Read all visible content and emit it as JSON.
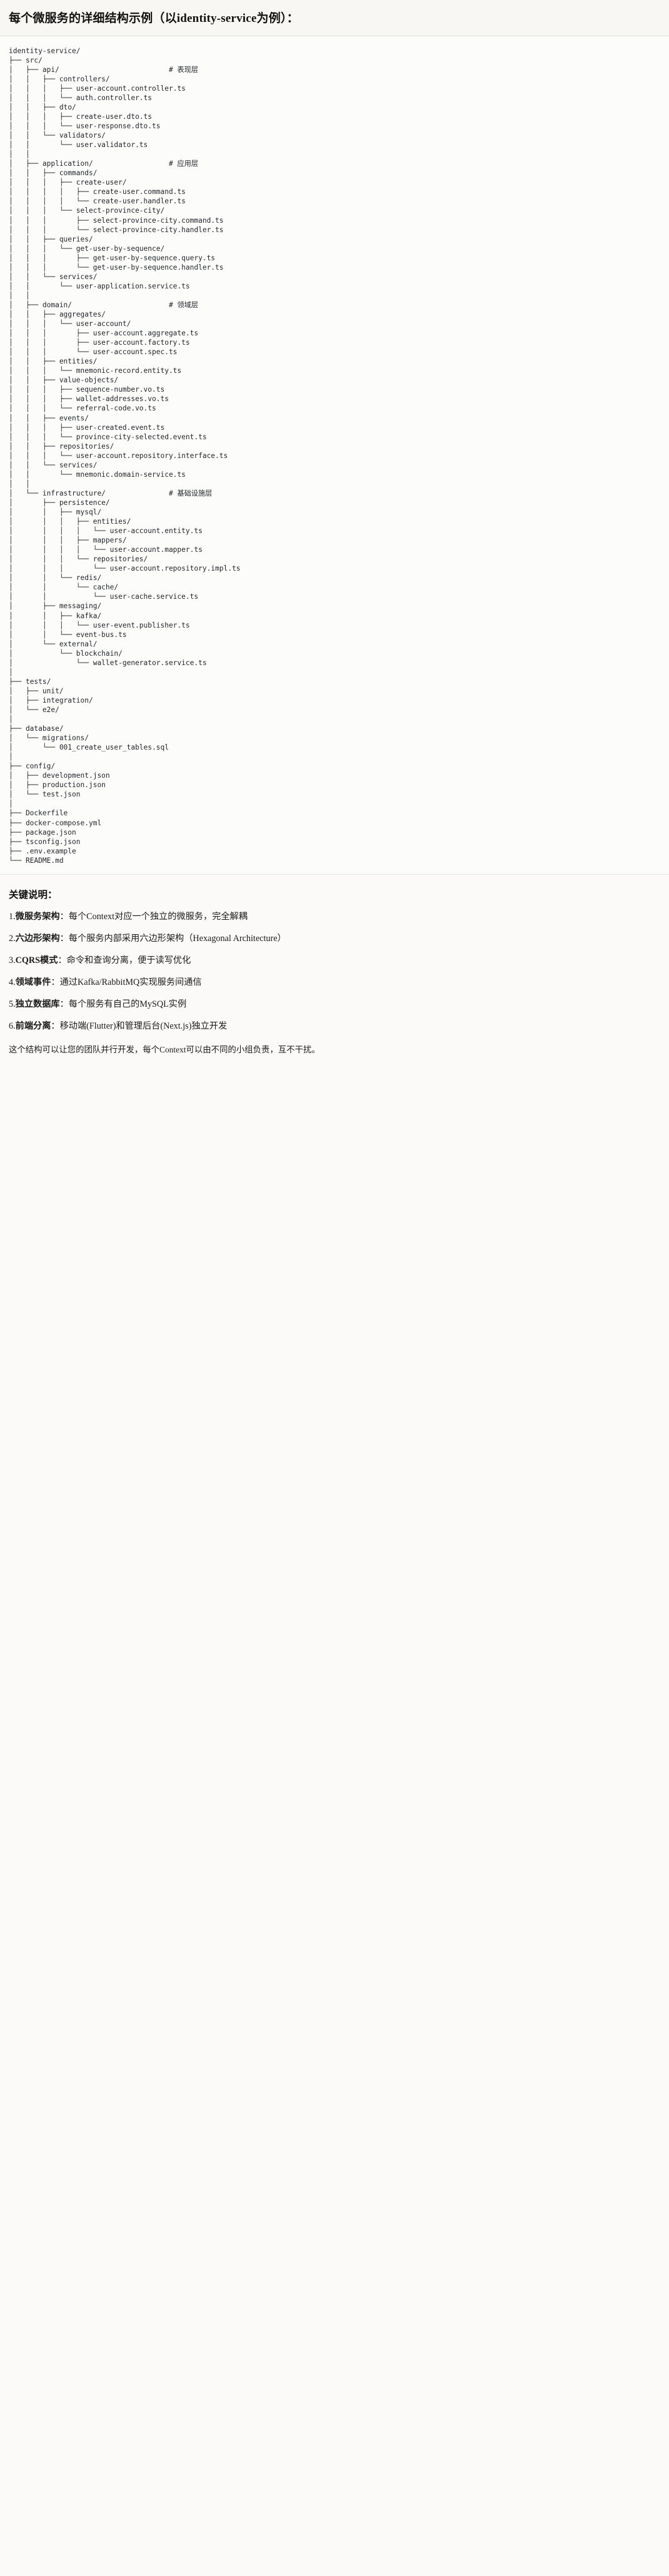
{
  "header": {
    "title": "每个微服务的详细结构示例（以identity-service为例）："
  },
  "tree": {
    "lines": [
      "identity-service/",
      "├── src/",
      "│   ├── api/                          # 表现层",
      "│   │   ├── controllers/",
      "│   │   │   ├── user-account.controller.ts",
      "│   │   │   └── auth.controller.ts",
      "│   │   ├── dto/",
      "│   │   │   ├── create-user.dto.ts",
      "│   │   │   └── user-response.dto.ts",
      "│   │   └── validators/",
      "│   │       └── user.validator.ts",
      "│   │",
      "│   ├── application/                  # 应用层",
      "│   │   ├── commands/",
      "│   │   │   ├── create-user/",
      "│   │   │   │   ├── create-user.command.ts",
      "│   │   │   │   └── create-user.handler.ts",
      "│   │   │   └── select-province-city/",
      "│   │   │       ├── select-province-city.command.ts",
      "│   │   │       └── select-province-city.handler.ts",
      "│   │   ├── queries/",
      "│   │   │   └── get-user-by-sequence/",
      "│   │   │       ├── get-user-by-sequence.query.ts",
      "│   │   │       └── get-user-by-sequence.handler.ts",
      "│   │   └── services/",
      "│   │       └── user-application.service.ts",
      "│   │",
      "│   ├── domain/                       # 领域层",
      "│   │   ├── aggregates/",
      "│   │   │   └── user-account/",
      "│   │   │       ├── user-account.aggregate.ts",
      "│   │   │       ├── user-account.factory.ts",
      "│   │   │       └── user-account.spec.ts",
      "│   │   ├── entities/",
      "│   │   │   └── mnemonic-record.entity.ts",
      "│   │   ├── value-objects/",
      "│   │   │   ├── sequence-number.vo.ts",
      "│   │   │   ├── wallet-addresses.vo.ts",
      "│   │   │   └── referral-code.vo.ts",
      "│   │   ├── events/",
      "│   │   │   ├── user-created.event.ts",
      "│   │   │   └── province-city-selected.event.ts",
      "│   │   ├── repositories/",
      "│   │   │   └── user-account.repository.interface.ts",
      "│   │   └── services/",
      "│   │       └── mnemonic.domain-service.ts",
      "│   │",
      "│   └── infrastructure/               # 基础设施层",
      "│       ├── persistence/",
      "│       │   ├── mysql/",
      "│       │   │   ├── entities/",
      "│       │   │   │   └── user-account.entity.ts",
      "│       │   │   ├── mappers/",
      "│       │   │   │   └── user-account.mapper.ts",
      "│       │   │   └── repositories/",
      "│       │   │       └── user-account.repository.impl.ts",
      "│       │   └── redis/",
      "│       │       └── cache/",
      "│       │           └── user-cache.service.ts",
      "│       ├── messaging/",
      "│       │   ├── kafka/",
      "│       │   │   └── user-event.publisher.ts",
      "│       │   └── event-bus.ts",
      "│       └── external/",
      "│           └── blockchain/",
      "│               └── wallet-generator.service.ts",
      "│",
      "├── tests/",
      "│   ├── unit/",
      "│   ├── integration/",
      "│   └── e2e/",
      "│",
      "├── database/",
      "│   └── migrations/",
      "│       └── 001_create_user_tables.sql",
      "│",
      "├── config/",
      "│   ├── development.json",
      "│   ├── production.json",
      "│   └── test.json",
      "│",
      "├── Dockerfile",
      "├── docker-compose.yml",
      "├── package.json",
      "├── tsconfig.json",
      "├── .env.example",
      "└── README.md"
    ]
  },
  "notes": {
    "heading": "关键说明：",
    "items": [
      {
        "num": "1.",
        "term": "微服务架构",
        "body": "：每个Context对应一个独立的微服务，完全解耦"
      },
      {
        "num": "2.",
        "term": "六边形架构",
        "body": "：每个服务内部采用六边形架构（Hexagonal Architecture）"
      },
      {
        "num": "3.",
        "term": "CQRS模式",
        "body": "：命令和查询分离，便于读写优化"
      },
      {
        "num": "4.",
        "term": "领域事件",
        "body": "：通过Kafka/RabbitMQ实现服务间通信"
      },
      {
        "num": "5.",
        "term": "独立数据库",
        "body": "：每个服务有自己的MySQL实例"
      },
      {
        "num": "6.",
        "term": "前端分离",
        "body": "：移动端(Flutter)和管理后台(Next.js)独立开发"
      }
    ],
    "closing": "这个结构可以让您的团队并行开发，每个Context可以由不同的小组负责，互不干扰。"
  }
}
